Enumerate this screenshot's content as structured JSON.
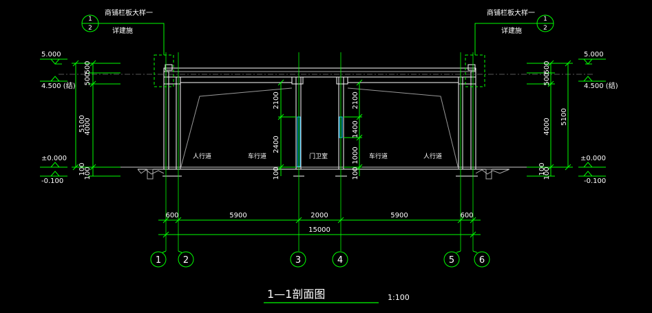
{
  "title": "1—1剖面图",
  "scale": "1:100",
  "colors": {
    "background": "#000000",
    "structure": "#ffffff",
    "dimension": "#00ff00",
    "text": "#ffffff",
    "glass": "#00c8ff",
    "accent": "#ffff00"
  },
  "callouts": {
    "left": {
      "top": "1",
      "bottom": "2",
      "line1": "商铺栏板大样一",
      "line2": "详建施"
    },
    "right": {
      "top": "1",
      "bottom": "2",
      "line1": "商铺栏板大样一",
      "line2": "详建施"
    }
  },
  "levels": {
    "left": {
      "top": "5.000",
      "beam": "4.500 (结)",
      "zero": "±0.000",
      "below": "-0.100"
    },
    "right": {
      "top": "5.000",
      "beam": "4.500 (结)",
      "zero": "±0.000",
      "below": "-0.100"
    }
  },
  "vertical_dims": {
    "left": {
      "d500": "500",
      "d4000": "4000",
      "d100": "100",
      "total": "5100"
    },
    "right": {
      "d500": "500",
      "d4000": "4000",
      "d100": "100",
      "total": "5100"
    },
    "door_left": {
      "d2100": "2100",
      "d2400": "2400",
      "d100": "100"
    },
    "door_right": {
      "d2100": "2100",
      "d1400": "1400",
      "d1000": "1000",
      "d100": "100"
    }
  },
  "room_labels": {
    "sidewalk_left": "人行道",
    "lane_left": "车行道",
    "guardroom": "门卫室",
    "lane_right": "车行道",
    "sidewalk_right": "人行道"
  },
  "horizontal_dims": {
    "seg1": "600",
    "seg2": "5900",
    "seg3": "2000",
    "seg4": "5900",
    "seg5": "600",
    "total": "15000"
  },
  "axes": [
    "1",
    "2",
    "3",
    "4",
    "5",
    "6"
  ]
}
